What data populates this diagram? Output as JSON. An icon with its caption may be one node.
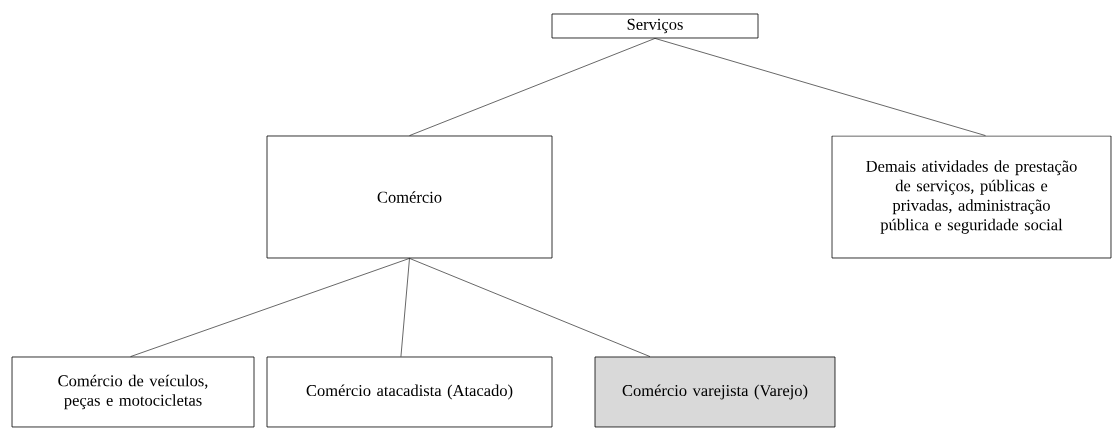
{
  "diagram": {
    "nodes": [
      {
        "text": [
          "Serviços"
        ]
      },
      {
        "text": [
          "Comércio"
        ]
      },
      {
        "text": [
          "Demais atividades de prestação de serviços, públicas e privadas, administração pública e seguridade social"
        ]
      },
      {
        "text": [
          "Comércio de veículos, peças e motocicletas"
        ]
      },
      {
        "text": [
          "Comércio atacadista (Atacado)"
        ]
      },
      {
        "text": [
          "Comércio varejista (Varejo)"
        ]
      }
    ],
    "edges": [
      {
        "from": 0,
        "to": 1,
        "arrow": "none"
      },
      {
        "from": 0,
        "to": 2,
        "arrow": "none"
      },
      {
        "from": 1,
        "to": 3,
        "arrow": "none"
      },
      {
        "from": 1,
        "to": 4,
        "arrow": "none"
      },
      {
        "from": 1,
        "to": 5,
        "arrow": "none"
      }
    ]
  }
}
